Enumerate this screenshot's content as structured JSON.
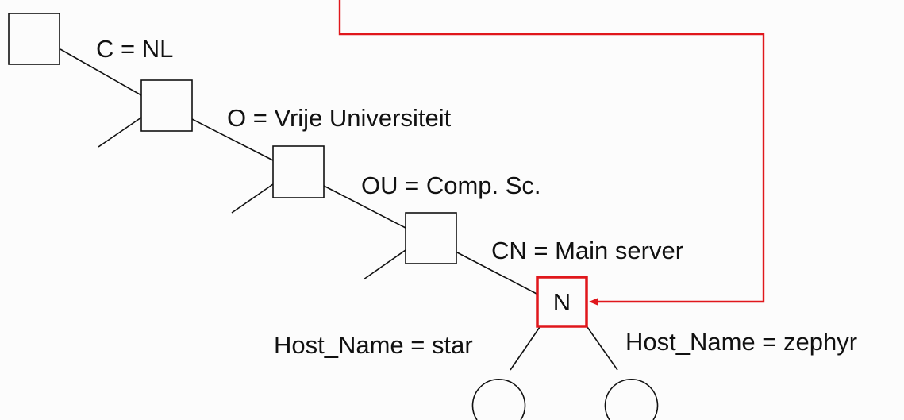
{
  "labels": {
    "country": "C = NL",
    "organization": "O = Vrije Universiteit",
    "org_unit": "OU = Comp. Sc.",
    "common_name": "CN = Main server",
    "host_left": "Host_Name = star",
    "host_right": "Host_Name = zephyr"
  },
  "node_n": {
    "text": "N"
  },
  "colors": {
    "reference": "#e0171c",
    "ink": "#111111",
    "background": "#fcfcfc"
  }
}
